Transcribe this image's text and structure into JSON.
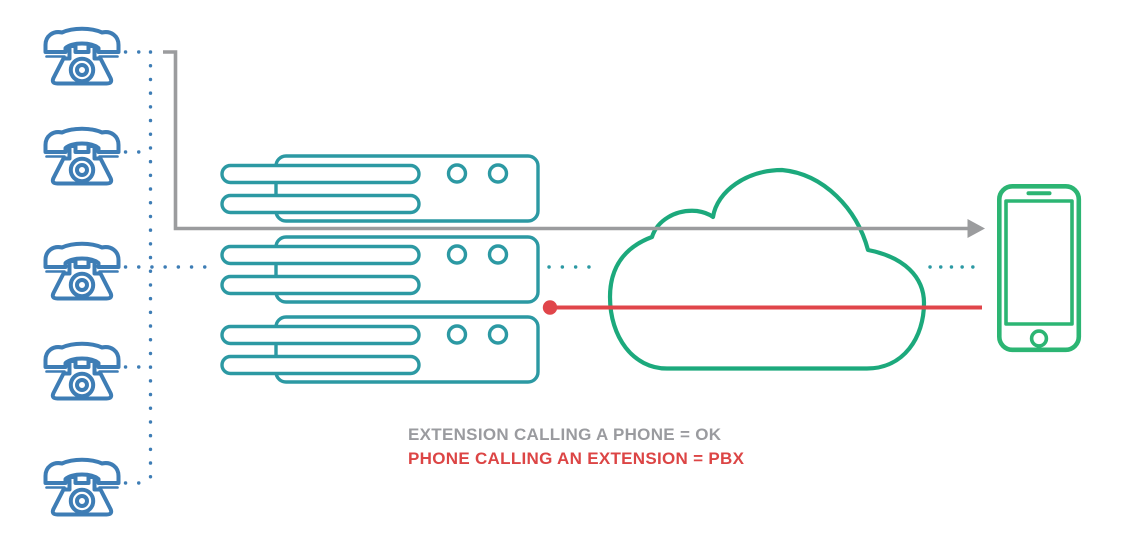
{
  "legend": {
    "line1": {
      "text": "EXTENSION CALLING A PHONE = OK",
      "color": "#9a9b9f"
    },
    "line2": {
      "text": "PHONE CALLING AN EXTENSION = PBX",
      "color": "#dc4545"
    }
  },
  "nodes": {
    "extensions": {
      "icon": "rotary-phone-icon",
      "count": 5
    },
    "pbx_stack": {
      "icon": "server-icon",
      "count": 3
    },
    "cloud": {
      "icon": "cloud-icon",
      "count": 1
    },
    "mobile": {
      "icon": "smartphone-icon",
      "count": 1
    }
  },
  "routes": {
    "gray_arrow": {
      "from": "extension",
      "to": "mobile",
      "style": "solid-arrow",
      "color": "#9b9c9e"
    },
    "red_line": {
      "from": "pbx",
      "to": "mobile",
      "style": "solid-dot-origin",
      "color": "#e0454a"
    },
    "dotted_blue": {
      "from": "extensions",
      "to": "pbx",
      "color": "#3e7db5"
    },
    "dotted_teal": {
      "from": "pbx",
      "to": "mobile",
      "color": "#2c99a3"
    }
  },
  "colors": {
    "extension_blue": "#3e7db5",
    "pbx_teal": "#2c99a3",
    "cloud_green": "#1ca97c",
    "mobile_green": "#2cb573",
    "route_gray": "#9b9c9e",
    "route_red": "#e0454a"
  }
}
